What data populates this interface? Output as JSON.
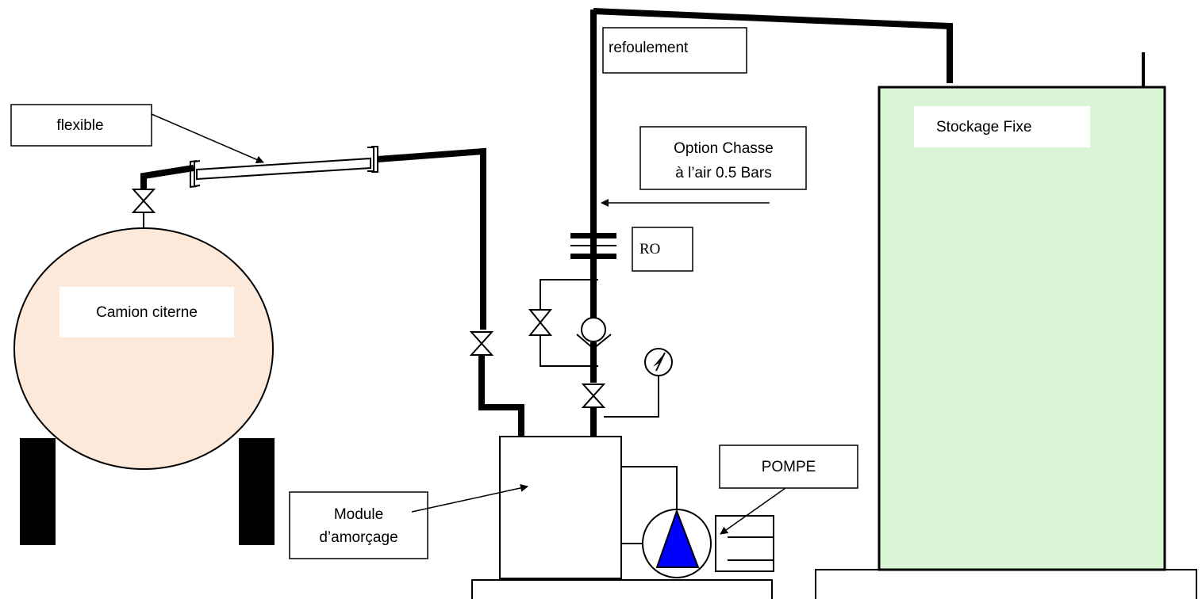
{
  "labels": {
    "flexible": "flexible",
    "refoulement": "refoulement",
    "option_line1": "Option Chasse",
    "option_line2": "à l’air 0.5  Bars",
    "ro": "RO",
    "stockage": "Stockage Fixe",
    "camion": "Camion citerne",
    "pompe": "POMPE",
    "module_line1": "Module",
    "module_line2": "d’amorçage"
  },
  "colors": {
    "tank_fill": "#fde9d9",
    "storage_fill": "#d9f5d6",
    "pump_triangle": "#0000ff",
    "line": "#000000",
    "background": "#ffffff"
  }
}
